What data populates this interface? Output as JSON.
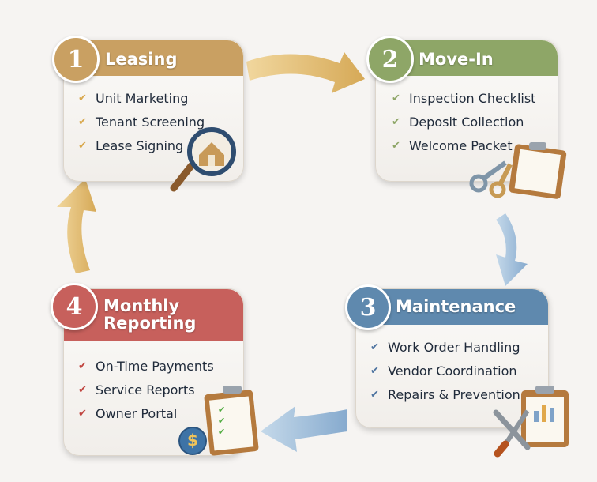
{
  "steps": [
    {
      "number": "1",
      "title": "Leasing",
      "items": [
        "Unit Marketing",
        "Tenant Screening",
        "Lease Signing"
      ],
      "color": "#c9a062"
    },
    {
      "number": "2",
      "title": "Move-In",
      "items": [
        "Inspection Checklist",
        "Deposit Collection",
        "Welcome Packet"
      ],
      "color": "#8ea667"
    },
    {
      "number": "3",
      "title": "Maintenance",
      "items": [
        "Work Order Handling",
        "Vendor Coordination",
        "Repairs & Prevention"
      ],
      "color": "#5f89ae"
    },
    {
      "number": "4",
      "title_line1": "Monthly",
      "title_line2": "Reporting",
      "items": [
        "On-Time Payments",
        "Service Reports",
        "Owner Portal"
      ],
      "color": "#c7605c"
    }
  ],
  "icons": {
    "check": "✔",
    "dollar": "$"
  }
}
